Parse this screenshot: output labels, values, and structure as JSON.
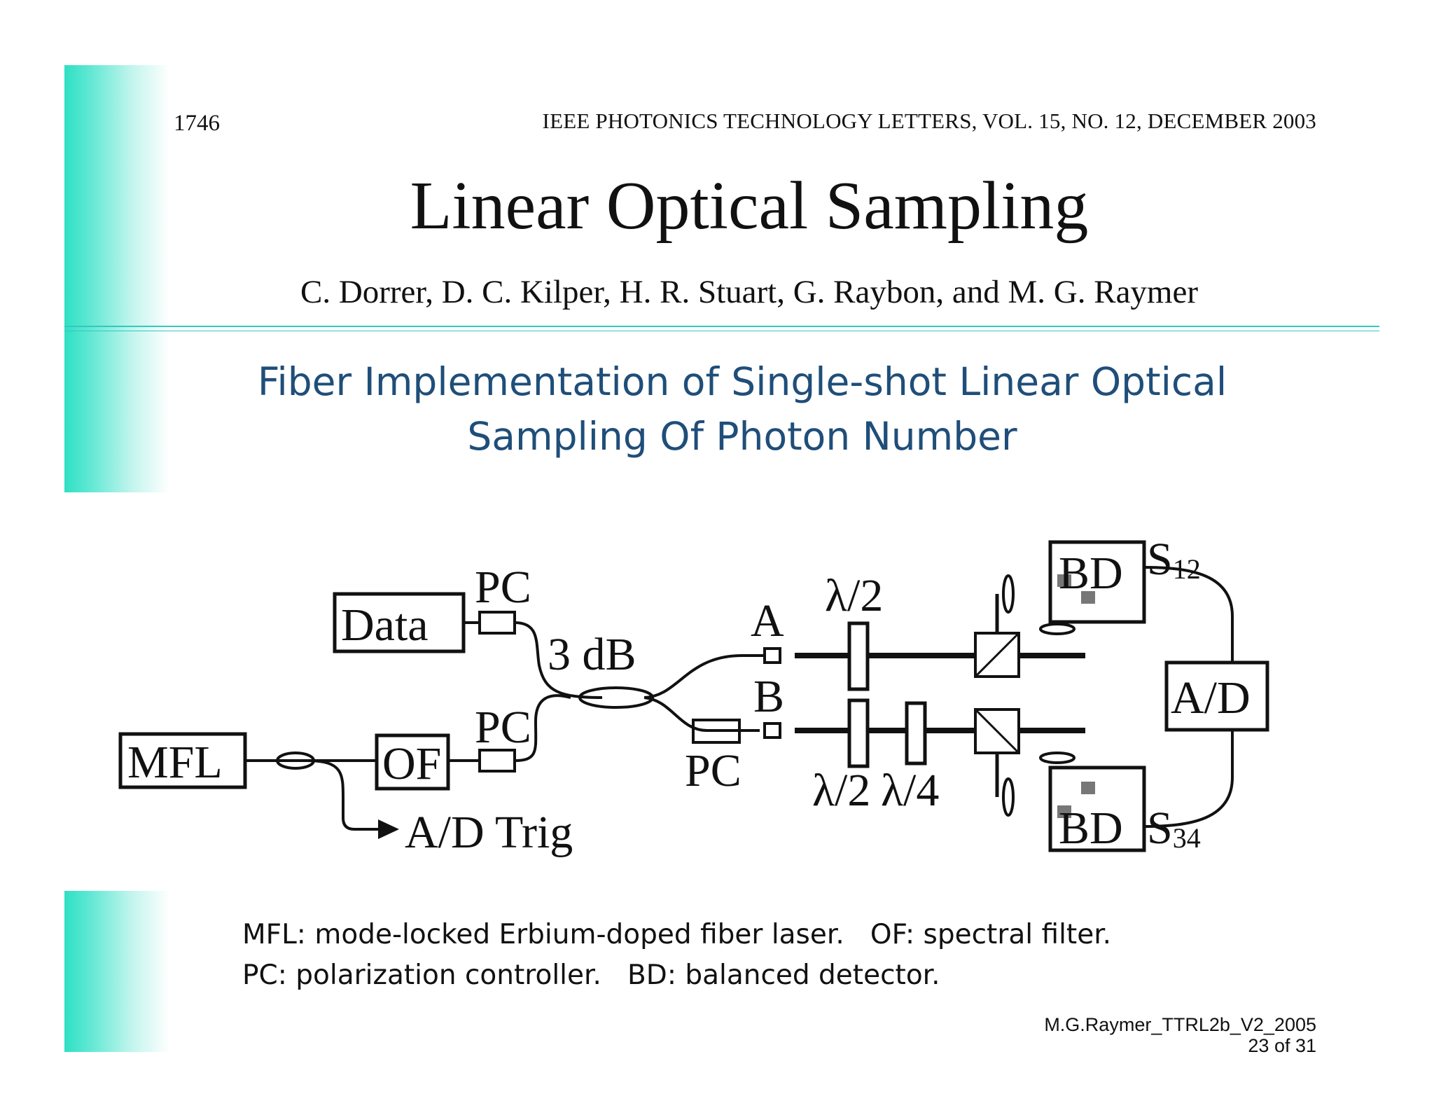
{
  "slide": {
    "accent_color": "#2ee0c4",
    "rule_color": "#33c9bd",
    "subtitle_color": "#1f4e79"
  },
  "paper_header": {
    "page_number": "1746",
    "journal": "IEEE PHOTONICS TECHNOLOGY LETTERS, VOL. 15, NO. 12, DECEMBER 2003",
    "title": "Linear Optical Sampling",
    "authors": "C. Dorrer, D. C. Kilper, H. R. Stuart, G. Raybon, and M. G. Raymer"
  },
  "subtitle": {
    "line1": "Fiber Implementation of Single-shot Linear Optical",
    "line2": "Sampling Of Photon Number"
  },
  "diagram": {
    "mfl": "MFL",
    "of": "OF",
    "data": "Data",
    "pc_top": "PC",
    "pc_mid": "PC",
    "pc_bottom": "PC",
    "coupler": "3 dB",
    "trig": "A/D Trig",
    "port_a": "A",
    "port_b": "B",
    "half_wave_top": "λ/2",
    "half_wave_bottom": "λ/2",
    "quarter_wave": "λ/4",
    "bd_top": "BD",
    "bd_bottom": "BD",
    "ad": "A/D",
    "s12_main": "S",
    "s12_sub": "12",
    "s34_main": "S",
    "s34_sub": "34"
  },
  "legend": {
    "line1": "MFL: mode-locked Erbium-doped fiber laser.   OF: spectral filter.",
    "line2": "PC: polarization controller.   BD: balanced detector."
  },
  "footer": {
    "source": "M.G.Raymer_TTRL2b_V2_2005",
    "page": "23 of 31"
  }
}
